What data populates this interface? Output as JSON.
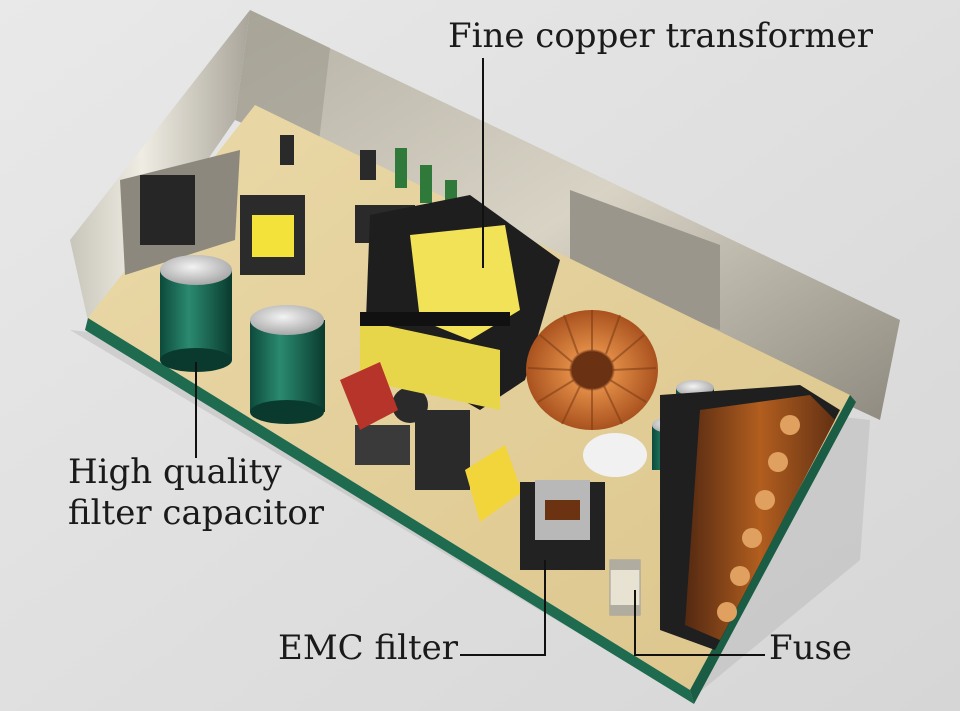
{
  "photo": {
    "subject": "power-supply-board"
  },
  "callouts": {
    "transformer": {
      "text": "Fine copper transformer"
    },
    "capacitor": {
      "line1": "High quality",
      "line2": "filter capacitor"
    },
    "emc_filter": {
      "text": "EMC filter"
    },
    "fuse": {
      "text": "Fuse"
    }
  }
}
